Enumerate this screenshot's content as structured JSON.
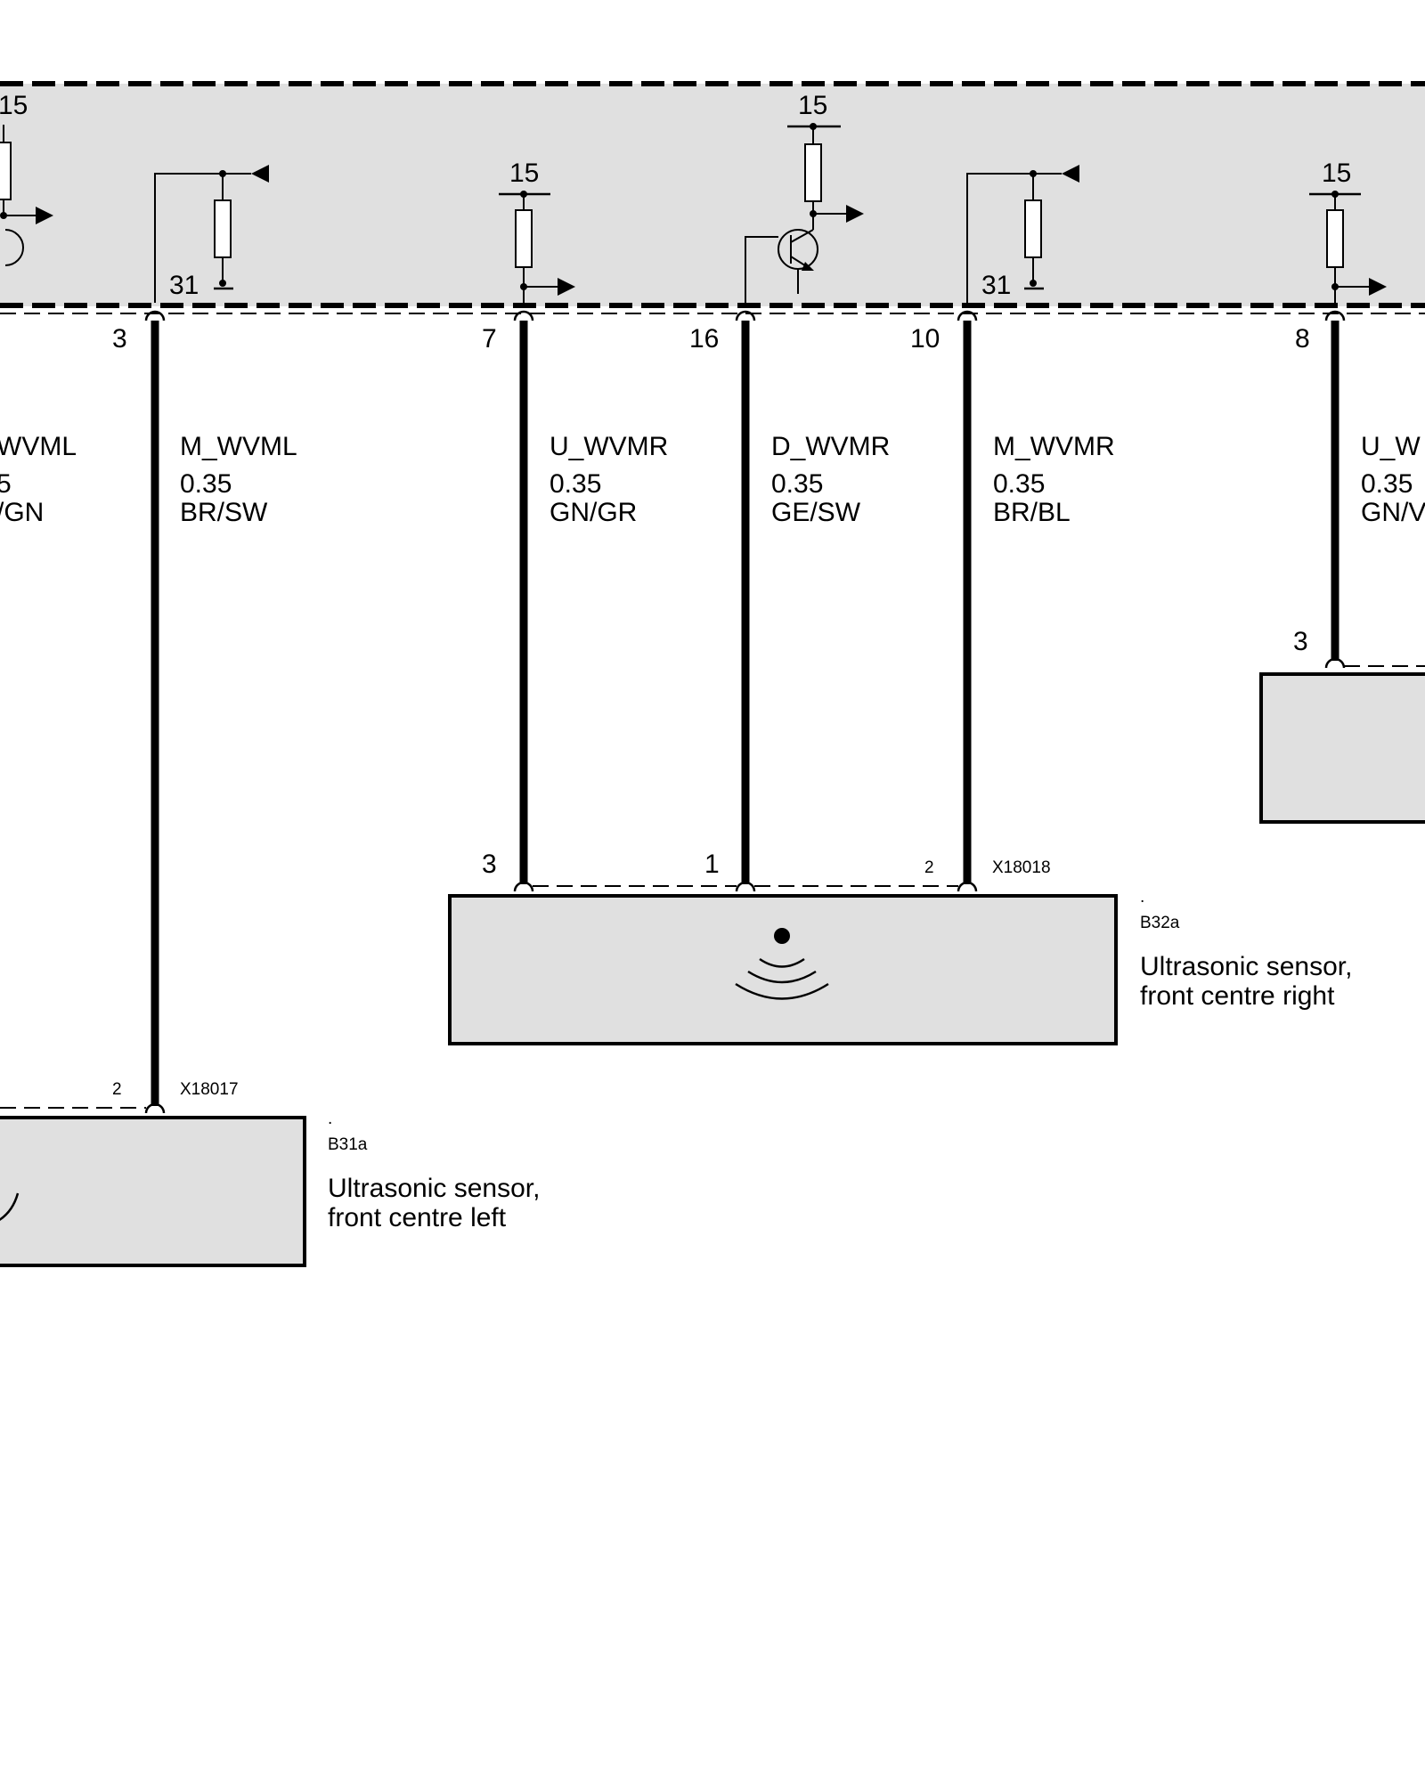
{
  "control_unit": {
    "supply_labels": [
      "15",
      "15",
      "15",
      "15"
    ],
    "ground_labels": [
      "31",
      "31"
    ],
    "pins": [
      "3",
      "7",
      "16",
      "10",
      "8"
    ]
  },
  "wires": [
    {
      "name": "WVML",
      "size": "5",
      "color": "/GN"
    },
    {
      "name": "M_WVML",
      "size": "0.35",
      "color": "BR/SW"
    },
    {
      "name": "U_WVMR",
      "size": "0.35",
      "color": "GN/GR"
    },
    {
      "name": "D_WVMR",
      "size": "0.35",
      "color": "GE/SW"
    },
    {
      "name": "M_WVMR",
      "size": "0.35",
      "color": "BR/BL"
    },
    {
      "name": "U_W",
      "size": "0.35",
      "color": "GN/V"
    }
  ],
  "sensor_right": {
    "pins": [
      "3",
      "1",
      "2"
    ],
    "connector": "X18018",
    "dot": ".",
    "code": "B32a",
    "desc_line1": "Ultrasonic sensor,",
    "desc_line2": "front centre right"
  },
  "sensor_left": {
    "pin": "2",
    "connector": "X18017",
    "dot": ".",
    "code": "B31a",
    "desc_line1": "Ultrasonic sensor,",
    "desc_line2": "front centre left"
  },
  "sensor_far_right": {
    "pin": "3"
  }
}
